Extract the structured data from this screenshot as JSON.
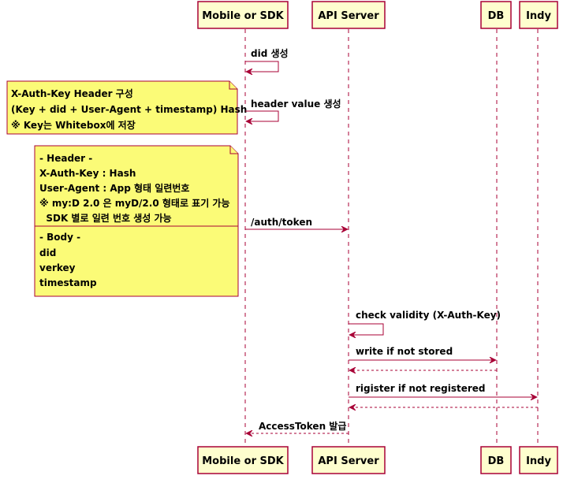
{
  "participants": [
    {
      "id": "mobile",
      "label": "Mobile or SDK"
    },
    {
      "id": "api",
      "label": "API Server"
    },
    {
      "id": "db",
      "label": "DB"
    },
    {
      "id": "indy",
      "label": "Indy"
    }
  ],
  "messages": [
    {
      "id": "m1",
      "label": "did 생성"
    },
    {
      "id": "m2",
      "label": "header value 생성"
    },
    {
      "id": "m3",
      "label": "/auth/token"
    },
    {
      "id": "m4",
      "label": "check validity (X-Auth-Key)"
    },
    {
      "id": "m5",
      "label": "write if not stored"
    },
    {
      "id": "m6",
      "label": ""
    },
    {
      "id": "m7",
      "label": "rigister if not registered"
    },
    {
      "id": "m8",
      "label": ""
    },
    {
      "id": "m9",
      "label": "AccessToken 발급"
    }
  ],
  "notes": [
    {
      "id": "note1",
      "lines": [
        "X-Auth-Key Header 구성",
        "(Key + did + User-Agent + timestamp) Hash",
        "※ Key는 Whitebox에 저장"
      ]
    },
    {
      "id": "note2",
      "header_lines": [
        "- Header -",
        "X-Auth-Key : Hash",
        "User-Agent : App 형태 일련번호",
        "※ my:D 2.0 은 myD/2.0 형태로 표기 가능",
        "  SDK 별로 일련 번호 생성 가능"
      ],
      "body_lines": [
        "- Body -",
        "did",
        "verkey",
        "timestamp"
      ]
    }
  ]
}
